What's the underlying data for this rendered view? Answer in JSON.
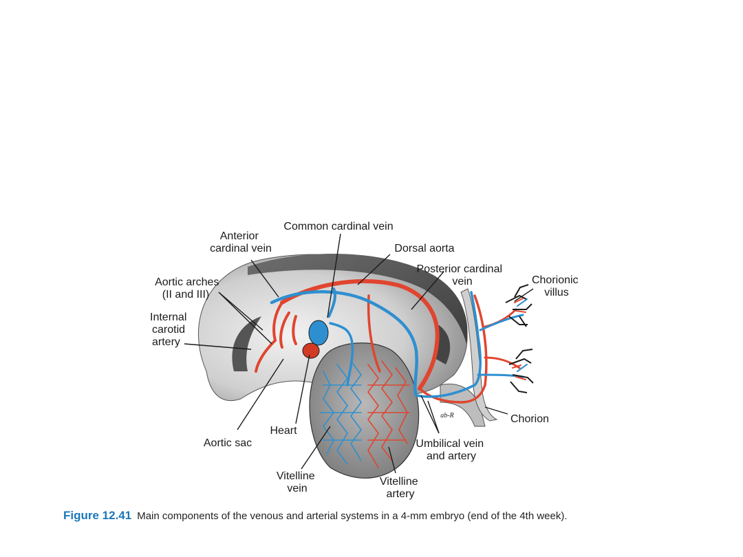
{
  "labels": {
    "anterior_cardinal_vein": [
      "Anterior",
      "cardinal vein"
    ],
    "common_cardinal_vein": "Common cardinal vein",
    "dorsal_aorta": "Dorsal aorta",
    "posterior_cardinal_vein": [
      "Posterior cardinal",
      "vein"
    ],
    "chorionic_villus": [
      "Chorionic",
      "villus"
    ],
    "aortic_arches": [
      "Aortic arches",
      "(II and III)"
    ],
    "internal_carotid_artery": [
      "Internal",
      "carotid",
      "artery"
    ],
    "heart": "Heart",
    "aortic_sac": "Aortic sac",
    "chorion": "Chorion",
    "umbilical_vein_artery": [
      "Umbilical vein",
      "and artery"
    ],
    "vitelline_vein": [
      "Vitelline",
      "vein"
    ],
    "vitelline_artery": [
      "Vitelline",
      "artery"
    ],
    "signature": "ab-R"
  },
  "caption": {
    "figure_number": "Figure 12.41",
    "text": "Main components of the venous and arterial systems in a 4-mm embryo (end of the 4th week)."
  },
  "colors": {
    "artery": "#e0452f",
    "vein": "#2e8fd0",
    "embryo_gray": "#9a9a9a",
    "caption_blue": "#1a77b8"
  }
}
